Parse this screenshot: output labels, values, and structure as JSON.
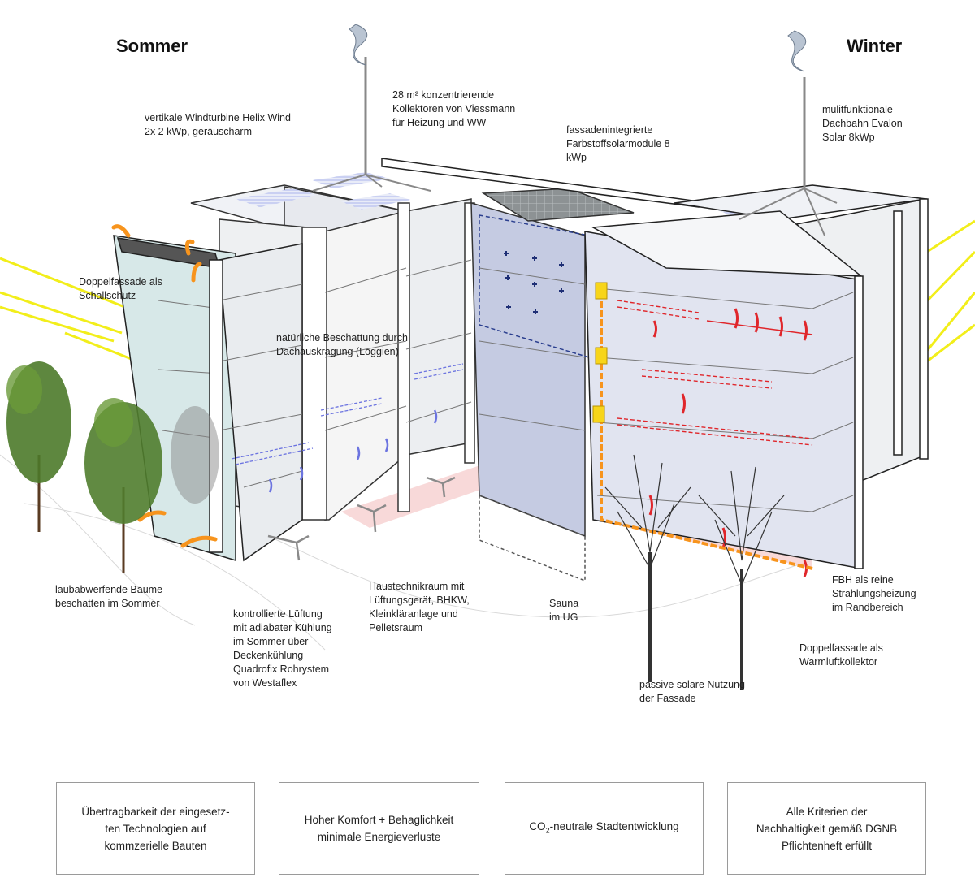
{
  "seasons": {
    "summer": "Sommer",
    "winter": "Winter"
  },
  "labels": {
    "wind_turbine": "vertikale Windturbine Helix Wind\n2x 2 kWp, geräuscharm",
    "collectors": "28 m² konzentrierende\nKollektoren von Viessmann\nfür Heizung und WW",
    "dye_solar": "fassadenintegrierte\nFarbstoffsolarmodule 8\nkWp",
    "roof_membrane": "mulitfunktionale\nDachbahn Evalon\nSolar 8kWp",
    "double_facade_sound": "Doppelfassade als\nSchallschutz",
    "shading": "natürliche Beschattung durch\nDachauskragung (Loggien)",
    "trees": "laubabwerfende Bäume\nbeschatten im Sommer",
    "ventilation": "kontrollierte Lüftung\nmit adiabater Kühlung\nim Sommer über\nDeckenkühlung\nQuadrofix Rohrystem\nvon Westaflex",
    "tech_room": "Haustechnikraum mit\nLüftungsgerät, BHKW,\nKleinkläranlage und\nPelletsraum",
    "sauna": "Sauna\nim UG",
    "floor_heating": "FBH als reine\nStrahlungsheizung\nim Randbereich",
    "double_facade_warm": "Doppelfassade als\nWarmluftkollektor",
    "passive_solar": "passive solare Nutzung\nder Fassade"
  },
  "boxes": {
    "transfer": "Übertragbarkeit der eingesetz-\nten Technologien auf\nkommzerielle Bauten",
    "comfort": "Hoher Komfort + Behaglichkeit\nminimale Energieverluste",
    "co2_prefix": "CO",
    "co2_sub": "2",
    "co2_suffix": "-neutrale Stadtentwicklung",
    "dgnb": "Alle Kriterien der\nNachhaltigkeit gemäß DGNB\nPflichtenheft erfüllt"
  },
  "colors": {
    "sun_ray": "#f2ee1a",
    "airflow_arrow": "#f7941d",
    "heat_arrow": "#e0262b",
    "cool_arrow": "#6c74e0",
    "glass": "#cfe3e3",
    "blue_facade": "#c5cbe2"
  }
}
